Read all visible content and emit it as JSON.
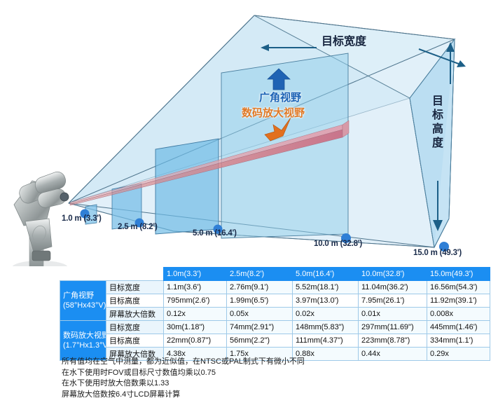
{
  "diagram": {
    "distance_markers": [
      {
        "label": "1.0 m (3.3')"
      },
      {
        "label": "2.5 m (8.2')"
      },
      {
        "label": "5.0 m (16.4')"
      },
      {
        "label": "10.0 m (32.8')"
      },
      {
        "label": "15.0 m (49.3')"
      }
    ],
    "fov_wide_label": "广角视野",
    "fov_zoom_label": "数码放大视野",
    "target_width_label": "目标宽度",
    "target_height_label": "目标高度",
    "target_height_chars": [
      "目",
      "标",
      "高",
      "度"
    ],
    "colors": {
      "wide_fov": "#1b62b5",
      "zoom_fov": "#e07a28",
      "marker_dot": "#2f7fd6",
      "frustum_fill": "#bfe0f2",
      "beam_fill": "#e08a8a"
    }
  },
  "table": {
    "columns": [
      "1.0m(3.3')",
      "2.5m(8.2')",
      "5.0m(16.4')",
      "10.0m(32.8')",
      "15.0m(49.3')"
    ],
    "groups": [
      {
        "name": "广角视野",
        "spec": "(58°Hx43°V)",
        "rows": [
          {
            "metric": "目标宽度",
            "values": [
              "1.1m(3.6')",
              "2.76m(9.1')",
              "5.52m(18.1')",
              "11.04m(36.2')",
              "16.56m(54.3')"
            ]
          },
          {
            "metric": "目标高度",
            "values": [
              "795mm(2.6')",
              "1.99m(6.5')",
              "3.97m(13.0')",
              "7.95m(26.1')",
              "11.92m(39.1')"
            ]
          },
          {
            "metric": "屏幕放大倍数",
            "values": [
              "0.12x",
              "0.05x",
              "0.02x",
              "0.01x",
              "0.008x"
            ]
          }
        ]
      },
      {
        "name": "数码放大视野",
        "spec": "(1.7°Hx1.3°V)",
        "rows": [
          {
            "metric": "目标宽度",
            "values": [
              "30m(1.18\")",
              "74mm(2.91\")",
              "148mm(5.83\")",
              "297mm(11.69\")",
              "445mm(1.46')"
            ]
          },
          {
            "metric": "目标高度",
            "values": [
              "22mm(0.87\")",
              "56mm(2.2\")",
              "111mm(4.37\")",
              "223mm(8.78\")",
              "334mm(1.1')"
            ]
          },
          {
            "metric": "屏幕放大倍数",
            "values": [
              "4.38x",
              "1.75x",
              "0.88x",
              "0.44x",
              "0.29x"
            ]
          }
        ]
      }
    ]
  },
  "footnotes": [
    "所有值均在空气中测量，都为近似值，在NTSC或PAL制式下有微小不同",
    "在水下使用时FOV或目标尺寸数值均乘以0.75",
    "在水下使用时放大倍数乘以1.33",
    "屏幕放大倍数按6.4寸LCD屏幕计算"
  ]
}
